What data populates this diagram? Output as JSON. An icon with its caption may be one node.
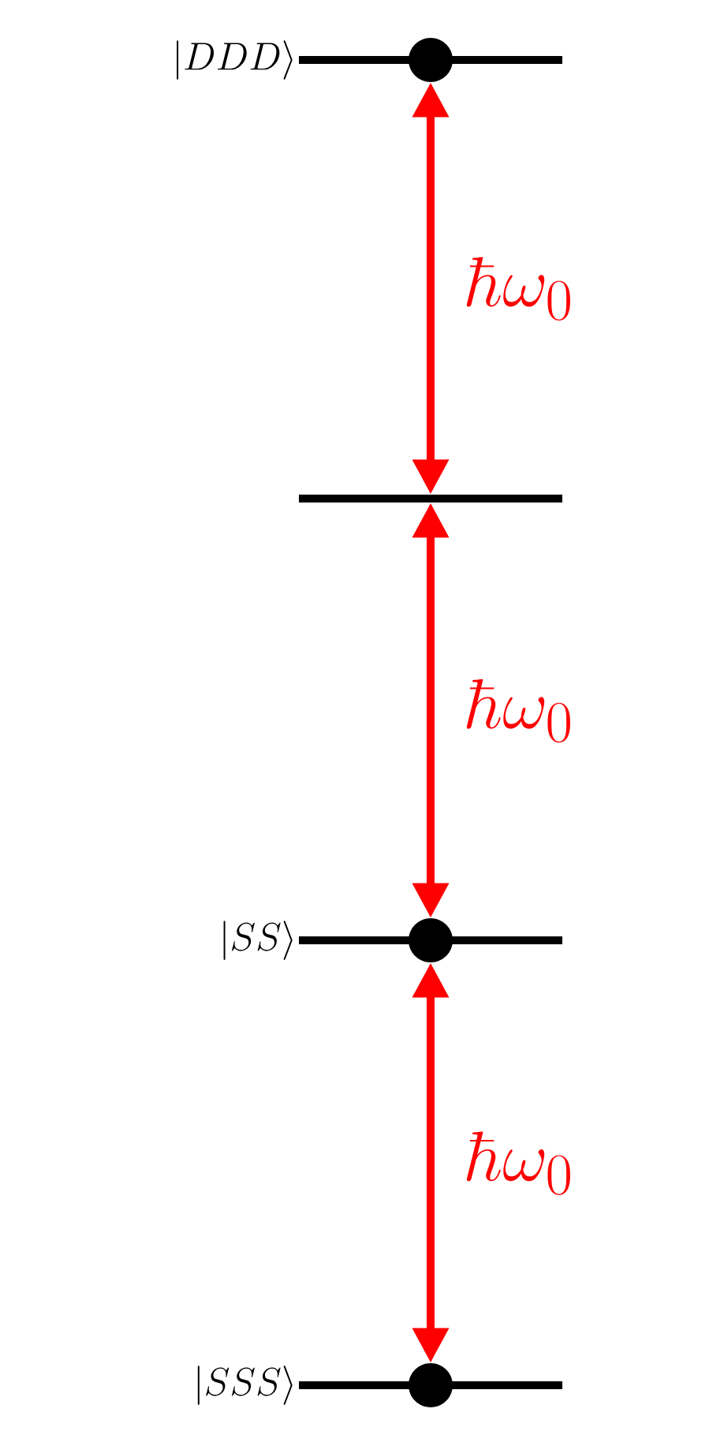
{
  "diagram": {
    "nodes": [
      {
        "text": [
          "|DDD\\rangle"
        ]
      },
      {
        "text": [],
        "shape": "circle"
      },
      {
        "text": [],
        "shape": "bar"
      },
      {
        "text": [
          "|SS\\rangle"
        ]
      },
      {
        "text": [],
        "shape": "circle"
      },
      {
        "text": [
          "|SSS\\rangle"
        ]
      },
      {
        "text": [],
        "shape": "circle"
      }
    ],
    "edges": [
      {
        "from": 1,
        "to": 2,
        "arrow": "both",
        "label": "\\hbar\\omega_0",
        "color": "#ff0000"
      },
      {
        "from": 2,
        "to": 4,
        "arrow": "both",
        "label": "\\hbar\\omega_0",
        "color": "#ff0000"
      },
      {
        "from": 4,
        "to": 6,
        "arrow": "both",
        "label": "\\hbar\\omega_0",
        "color": "#ff0000"
      }
    ]
  }
}
